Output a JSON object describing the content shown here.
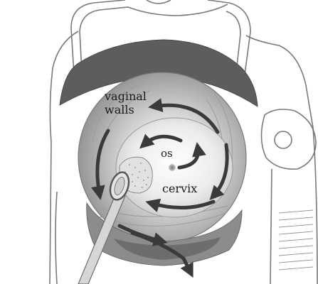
{
  "labels": {
    "vaginal_line1": "vaginal",
    "vaginal_line2": "walls",
    "os": "os",
    "cervix": "cervix"
  },
  "colors": {
    "outline": "#6b6b6b",
    "dark_shade": "#5a5a5a",
    "mid_shade": "#8e8e8e",
    "light_shade": "#d9d9d9",
    "arrow": "#3a3a3a",
    "os_dot": "#9a9a9a"
  },
  "icons": [
    "swab-stick-icon",
    "circular-motion-arrow-icon",
    "cervical-os-icon"
  ]
}
